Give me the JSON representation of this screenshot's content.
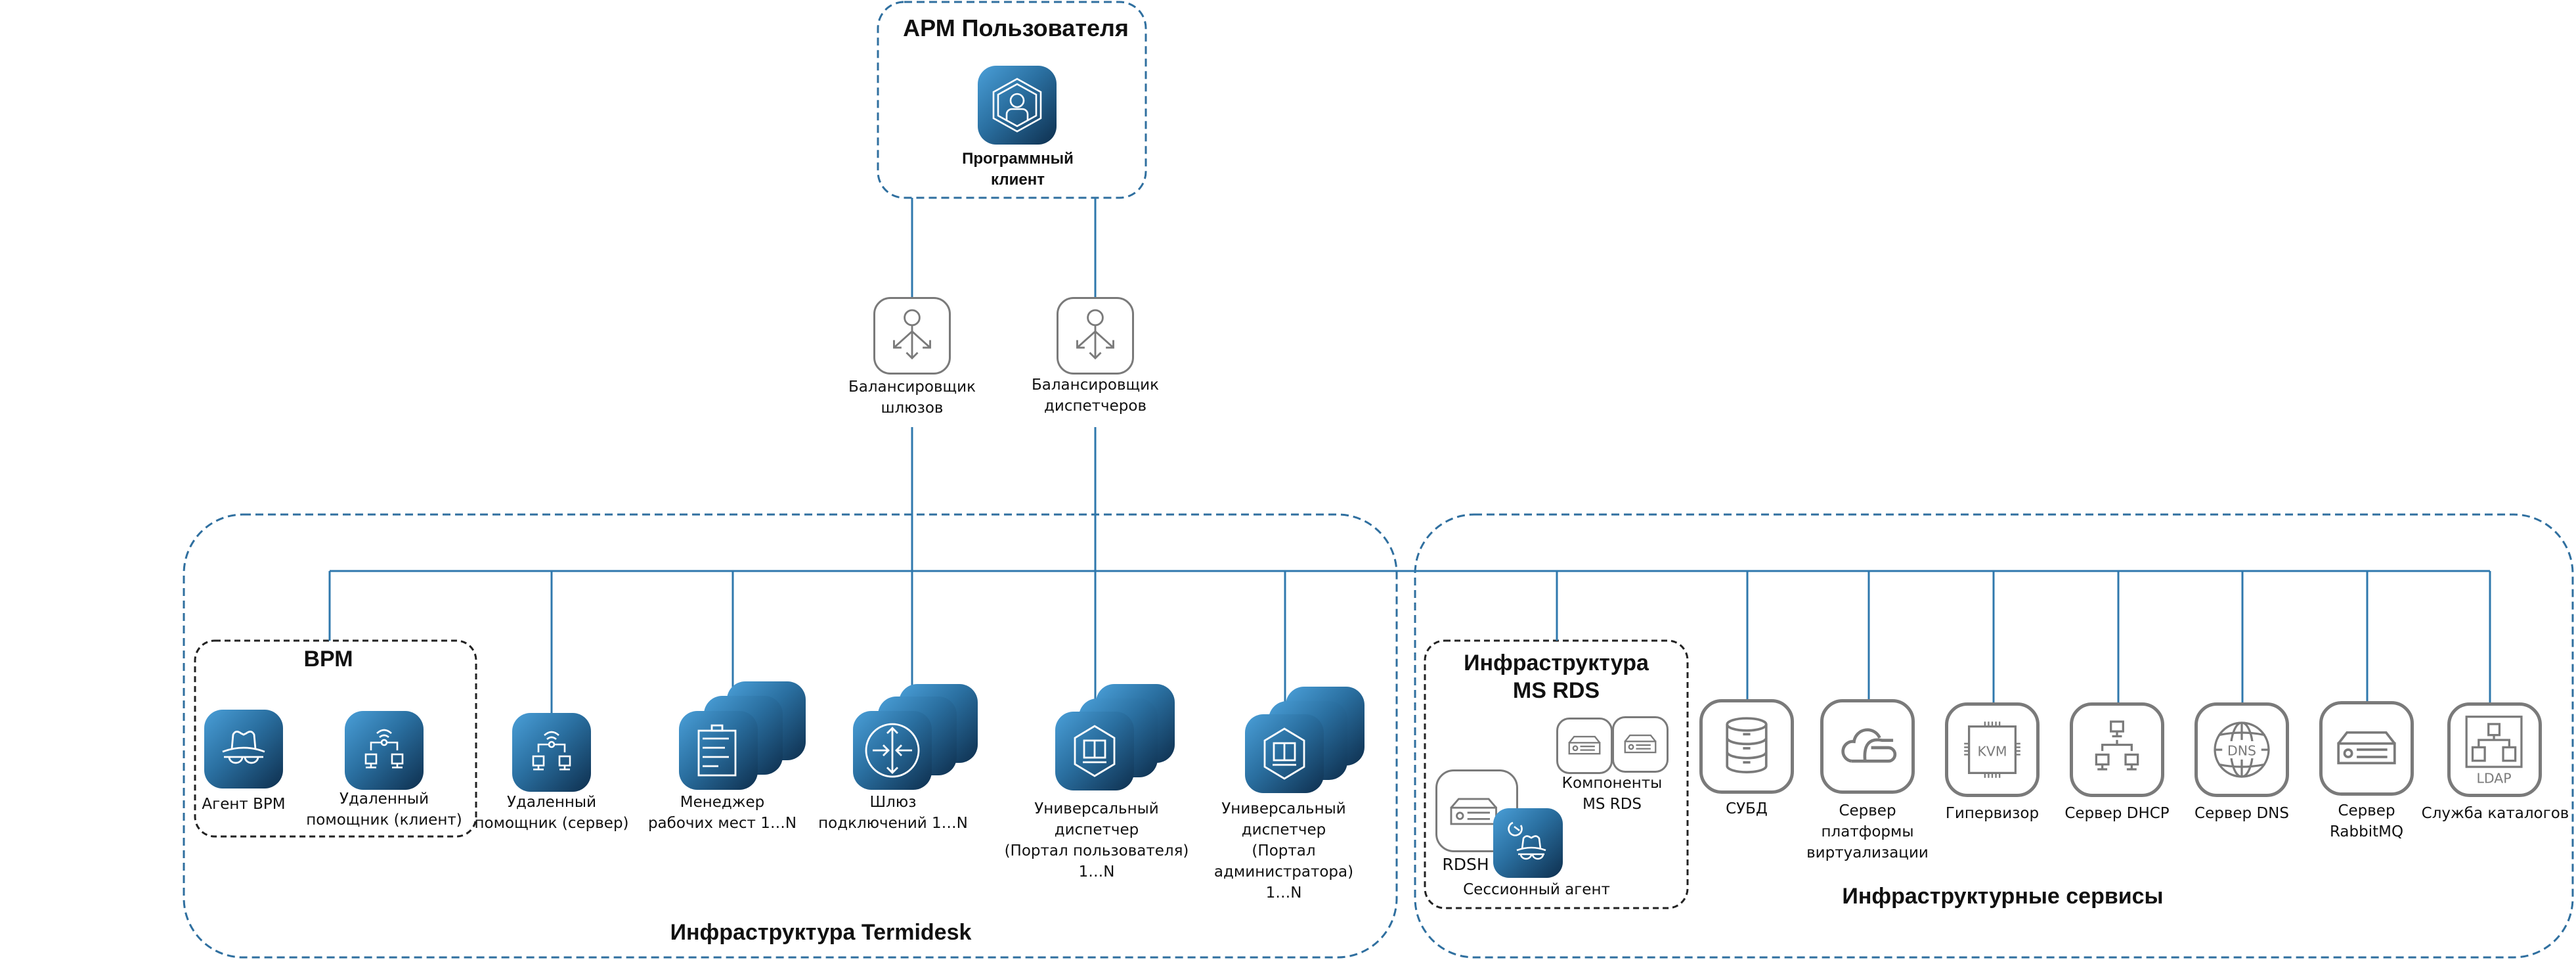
{
  "colors": {
    "accent_blue": "#2f78ad",
    "tile_gradient_start": "#4a9fd8",
    "tile_gradient_end": "#0e2f4e",
    "gray_icon": "#7a7a7a",
    "group_border_blue": "#2f6f9f",
    "group_border_black": "#222222"
  },
  "workstation": {
    "title": "АРМ Пользователя",
    "client": {
      "label": "Программный\nклиент",
      "icon": "user-hexagon-icon"
    }
  },
  "balancers": [
    {
      "label": "Балансировщик\nшлюзов",
      "icon": "load-balancer-icon"
    },
    {
      "label": "Балансировщик\nдиспетчеров",
      "icon": "load-balancer-icon"
    }
  ],
  "termidesk": {
    "title": "Инфраструктура Termidesk",
    "vrm_group": {
      "title": "ВРМ",
      "items": [
        {
          "label": "Агент ВРМ",
          "icon": "spy-agent-icon"
        },
        {
          "label": "Удаленный\nпомощник (клиент)",
          "icon": "remote-assistant-icon"
        }
      ]
    },
    "components": [
      {
        "label": "Удаленный\nпомощник (сервер)",
        "icon": "remote-assistant-icon"
      },
      {
        "label": "Менеджер\nрабочих мест 1…N",
        "icon": "clipboard-icon"
      },
      {
        "label": "Шлюз\nподключений 1…N",
        "icon": "router-icon"
      },
      {
        "label": "Универсальный\nдиспетчер\n(Портал пользователя)\n1…N",
        "icon": "dispatcher-hexagon-icon"
      },
      {
        "label": "Универсальный\nдиспетчер\n(Портал администратора)\n1…N",
        "icon": "dispatcher-hexagon-icon"
      }
    ]
  },
  "infra_services": {
    "title": "Инфраструктурные сервисы",
    "ms_rds": {
      "title": "Инфраструктура\nMS RDS",
      "rdsh_label": "RDSH",
      "session_agent_label": "Сессионный агент",
      "components_label": "Компоненты\nMS RDS"
    },
    "services": [
      {
        "label": "СУБД",
        "icon": "database-icon"
      },
      {
        "label": "Сервер\nплатформы\nвиртуализации",
        "icon": "cloud-platform-icon"
      },
      {
        "label": "Гипервизор",
        "icon": "chip-icon",
        "icon_text": "KVM"
      },
      {
        "label": "Сервер DHCP",
        "icon": "network-tree-icon"
      },
      {
        "label": "Сервер DNS",
        "icon": "globe-icon",
        "icon_text": "DNS"
      },
      {
        "label": "Сервер\nRabbitMQ",
        "icon": "server-icon"
      },
      {
        "label": "Служба каталогов",
        "icon": "directory-icon",
        "icon_text": "LDAP"
      }
    ]
  }
}
